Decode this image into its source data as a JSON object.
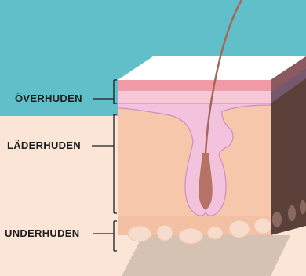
{
  "labels": {
    "epidermis": "ÖVERHUDEN",
    "dermis": "LÄDERHUDEN",
    "subcutis": "UNDERHUDEN"
  },
  "colors": {
    "sky": "#60bfc8",
    "background": "#fae5d6",
    "top_face": "#ffffff",
    "epidermis_band": "#ef9aa6",
    "epidermis_light": "#f7c9d6",
    "dermis": "#f6c7ab",
    "side_face": "#5a4038",
    "follicle": "#f3c2dc",
    "hair": "#a36a5a",
    "bracket": "#1e1e1e"
  }
}
